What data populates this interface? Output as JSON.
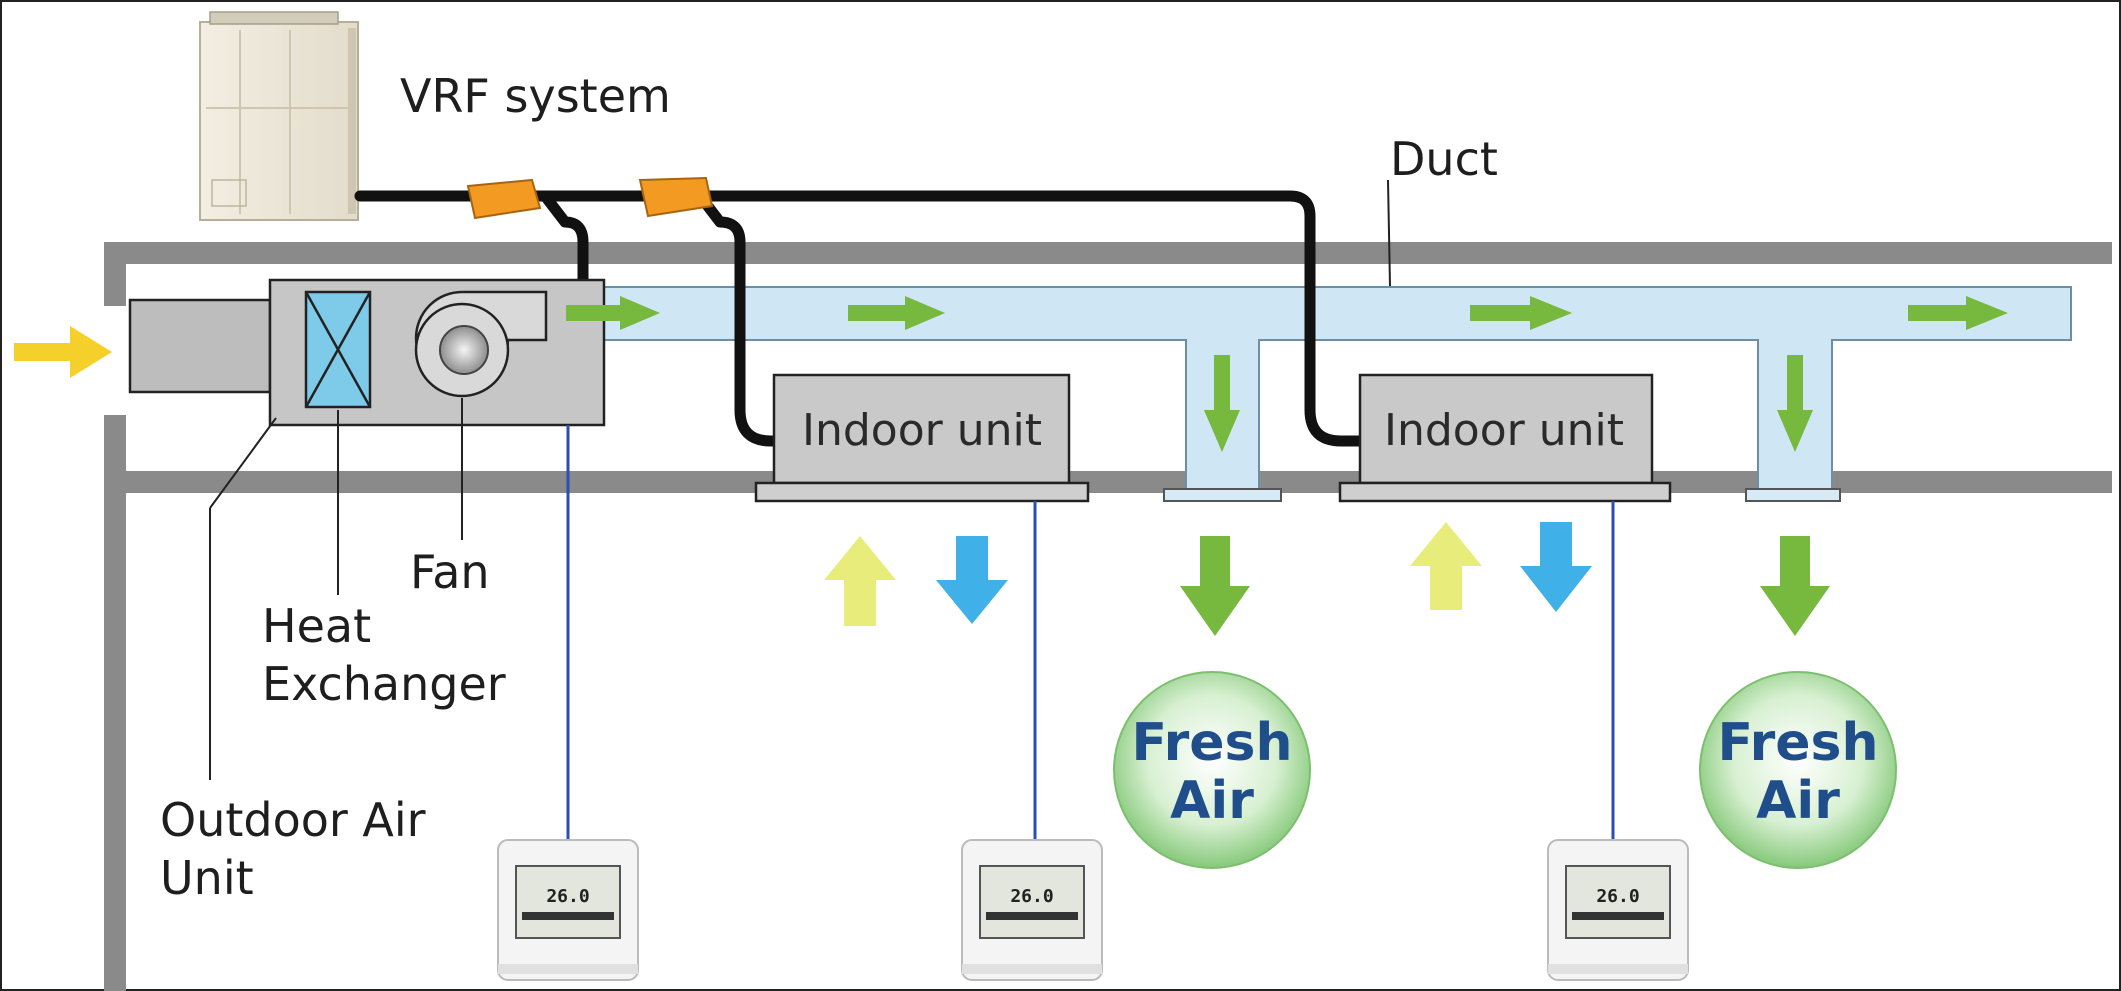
{
  "diagram": {
    "labels": {
      "vrf_system": "VRF system",
      "duct": "Duct",
      "fan": "Fan",
      "heat_exchanger_line1": "Heat",
      "heat_exchanger_line2": "Exchanger",
      "outdoor_air_unit_line1": "Outdoor Air",
      "outdoor_air_unit_line2": "Unit",
      "indoor_unit_1": "Indoor unit",
      "indoor_unit_2": "Indoor unit",
      "fresh_air_1_line1": "Fresh",
      "fresh_air_1_line2": "Air",
      "fresh_air_2_line1": "Fresh",
      "fresh_air_2_line2": "Air"
    },
    "controller_display": "26.0",
    "colors": {
      "outdoor_air_arrow": "#f5cf2a",
      "supply_arrow": "#77b83e",
      "return_arrow": "#e8ec7a",
      "cool_arrow": "#3fb0e8",
      "duct": "#cfe6f4",
      "structure": "#8a8a8a",
      "refrigerant_pipe": "#111111",
      "branch_box": "#f29a22",
      "control_wire": "#2b4fb0",
      "fresh_air_circle": "#cbe9c3",
      "fresh_air_text": "#1f4e8a"
    }
  }
}
